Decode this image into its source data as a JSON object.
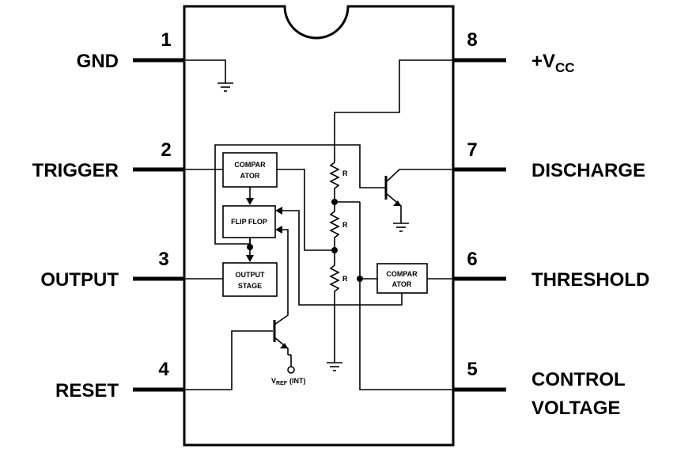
{
  "pins": {
    "p1": {
      "number": "1",
      "name": "GND"
    },
    "p2": {
      "number": "2",
      "name": "TRIGGER"
    },
    "p3": {
      "number": "3",
      "name": "OUTPUT"
    },
    "p4": {
      "number": "4",
      "name": "RESET"
    },
    "p5": {
      "number": "5",
      "name_line1": "CONTROL",
      "name_line2": "VOLTAGE"
    },
    "p6": {
      "number": "6",
      "name": "THRESHOLD"
    },
    "p7": {
      "number": "7",
      "name": "DISCHARGE"
    },
    "p8": {
      "number": "8",
      "name": "+V",
      "name_sub": "CC"
    }
  },
  "blocks": {
    "comparator_top": {
      "line1": "COMPAR",
      "line2": "ATOR"
    },
    "flip_flop": {
      "label": "FLIP FLOP"
    },
    "output_stage": {
      "line1": "OUTPUT",
      "line2": "STAGE"
    },
    "comparator_bottom": {
      "line1": "COMPAR",
      "line2": "ATOR"
    }
  },
  "resistors": {
    "r1": "R",
    "r2": "R",
    "r3": "R"
  },
  "vref": {
    "label": "V",
    "sub": "REF",
    "suffix": "(INT)"
  }
}
